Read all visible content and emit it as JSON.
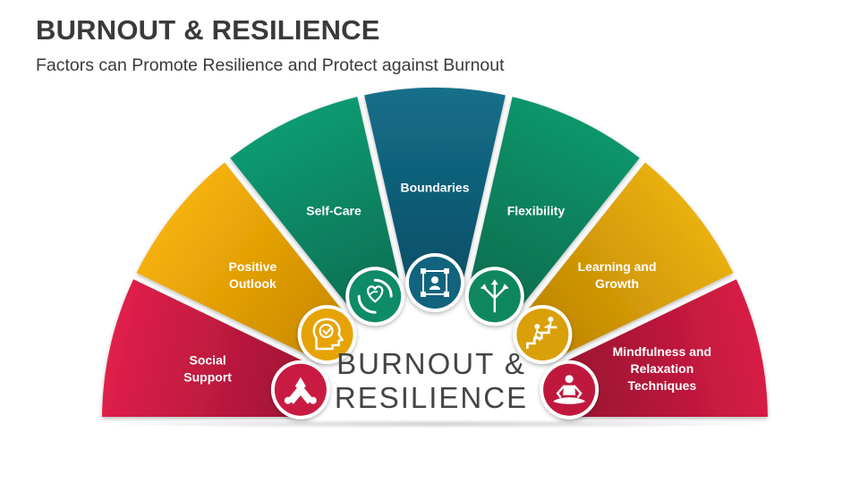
{
  "title": "BURNOUT & RESILIENCE",
  "subtitle": "Factors can Promote Resilience and Protect against Burnout",
  "center": {
    "line1": "BURNOUT &",
    "line2": "RESILIENCE"
  },
  "segments": [
    {
      "label_lines": [
        "Social",
        "Support"
      ],
      "icon": "hands-together-icon",
      "color_light": "#e0204a",
      "color_dark": "#9e1434"
    },
    {
      "label_lines": [
        "Positive",
        "Outlook"
      ],
      "icon": "head-check-icon",
      "color_light": "#f6b10a",
      "color_dark": "#c98900"
    },
    {
      "label_lines": [
        "Self-Care"
      ],
      "icon": "heart-hands-icon",
      "color_light": "#109a72",
      "color_dark": "#0b6f52"
    },
    {
      "label_lines": [
        "Boundaries"
      ],
      "icon": "person-frame-icon",
      "color_light": "#136f8a",
      "color_dark": "#0e4d66"
    },
    {
      "label_lines": [
        "Flexibility"
      ],
      "icon": "split-arrows-icon",
      "color_light": "#10966b",
      "color_dark": "#0b6c4e"
    },
    {
      "label_lines": [
        "Learning and",
        "Growth"
      ],
      "icon": "stairs-climb-icon",
      "color_light": "#eab00e",
      "color_dark": "#bc8300"
    },
    {
      "label_lines": [
        "Mindfulness and",
        "Relaxation",
        "Techniques"
      ],
      "icon": "meditation-icon",
      "color_light": "#d81d45",
      "color_dark": "#96122f"
    }
  ]
}
